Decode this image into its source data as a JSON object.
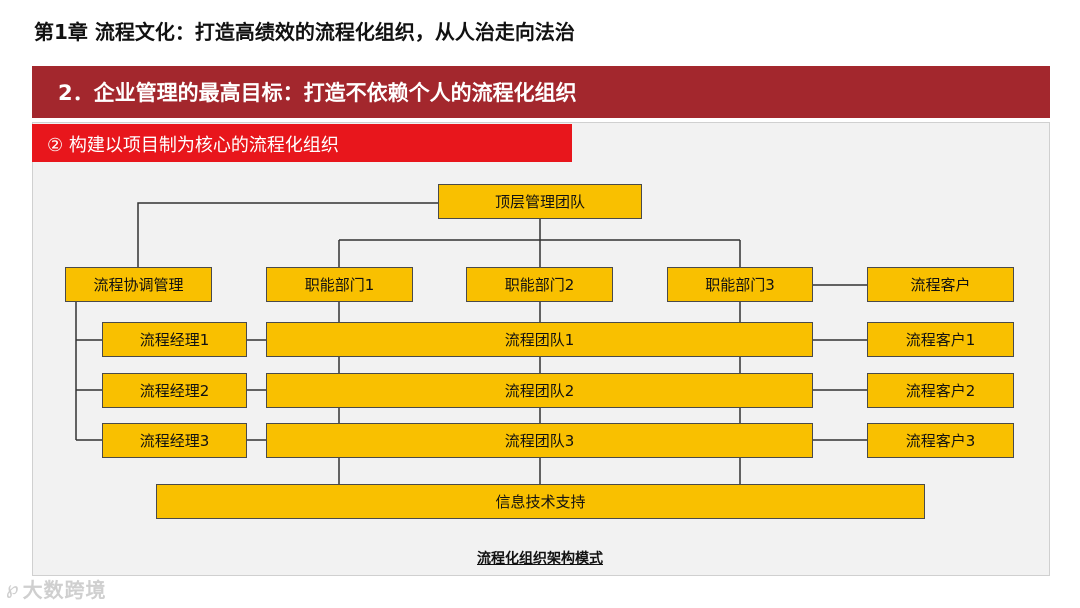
{
  "header": {
    "chapter_title": "第1章   流程文化：打造高绩效的流程化组织，从人治走向法治",
    "section_title": "2．企业管理的最高目标：打造不依赖个人的流程化组织",
    "subsection_title": "② 构建以项目制为核心的流程化组织"
  },
  "diagram": {
    "top": "顶层管理团队",
    "coordination": "流程协调管理",
    "departments": [
      "职能部门1",
      "职能部门2",
      "职能部门3"
    ],
    "client": "流程客户",
    "managers": [
      "流程经理1",
      "流程经理2",
      "流程经理3"
    ],
    "teams": [
      "流程团队1",
      "流程团队2",
      "流程团队3"
    ],
    "clients": [
      "流程客户1",
      "流程客户2",
      "流程客户3"
    ],
    "it": "信息技术支持",
    "caption": "流程化组织架构模式"
  },
  "watermark": {
    "text": "大数跨境"
  },
  "colors": {
    "box_fill": "#f9c000",
    "section_banner": "#a3272d",
    "sub_banner": "#e8161c",
    "line": "#333333"
  }
}
